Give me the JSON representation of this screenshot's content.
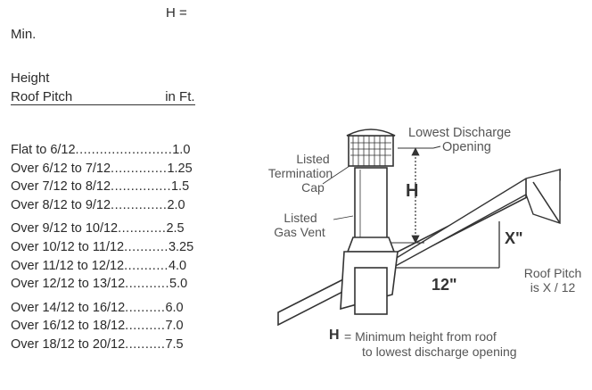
{
  "header": {
    "h_eq": "H =",
    "min": "Min.",
    "height": "Height",
    "roof_pitch": "Roof Pitch",
    "in_ft": "in Ft."
  },
  "table": {
    "rows": [
      {
        "pitch": "Flat to 6/12",
        "dots": "........................",
        "height": "1.0"
      },
      {
        "pitch": "Over 6/12 to 7/12",
        "dots": "..............",
        "height": "1.25"
      },
      {
        "pitch": "Over 7/12 to 8/12",
        "dots": "...............",
        "height": "1.5"
      },
      {
        "pitch": "Over 8/12 to 9/12",
        "dots": "..............",
        "height": "2.0"
      },
      {
        "pitch": "Over 9/12 to 10/12",
        "dots": "............",
        "height": "2.5"
      },
      {
        "pitch": "Over 10/12 to 11/12",
        "dots": "...........",
        "height": "3.25"
      },
      {
        "pitch": "Over 11/12 to 12/12",
        "dots": "...........",
        "height": "4.0"
      },
      {
        "pitch": "Over 12/12 to 13/12",
        "dots": "...........",
        "height": "5.0"
      },
      {
        "pitch": "Over 14/12 to 16/12",
        "dots": "..........",
        "height": "6.0"
      },
      {
        "pitch": "Over 16/12 to 18/12",
        "dots": "..........",
        "height": "7.0"
      },
      {
        "pitch": "Over 18/12 to 20/12",
        "dots": "..........",
        "height": "7.5"
      }
    ]
  },
  "diagram": {
    "lowest_discharge": "Lowest Discharge",
    "opening": "Opening",
    "listed_termination_1": "Listed",
    "listed_termination_2": "Termination",
    "listed_termination_3": "Cap",
    "listed_gas_vent_1": "Listed",
    "listed_gas_vent_2": "Gas Vent",
    "h_marker": "H",
    "x_marker": "X\"",
    "run_marker": "12\"",
    "roof_pitch_1": "Roof Pitch",
    "roof_pitch_2": "is X / 12",
    "legend_h": "H",
    "legend_text_1": "= Minimum height from roof",
    "legend_text_2": "to lowest discharge opening"
  }
}
